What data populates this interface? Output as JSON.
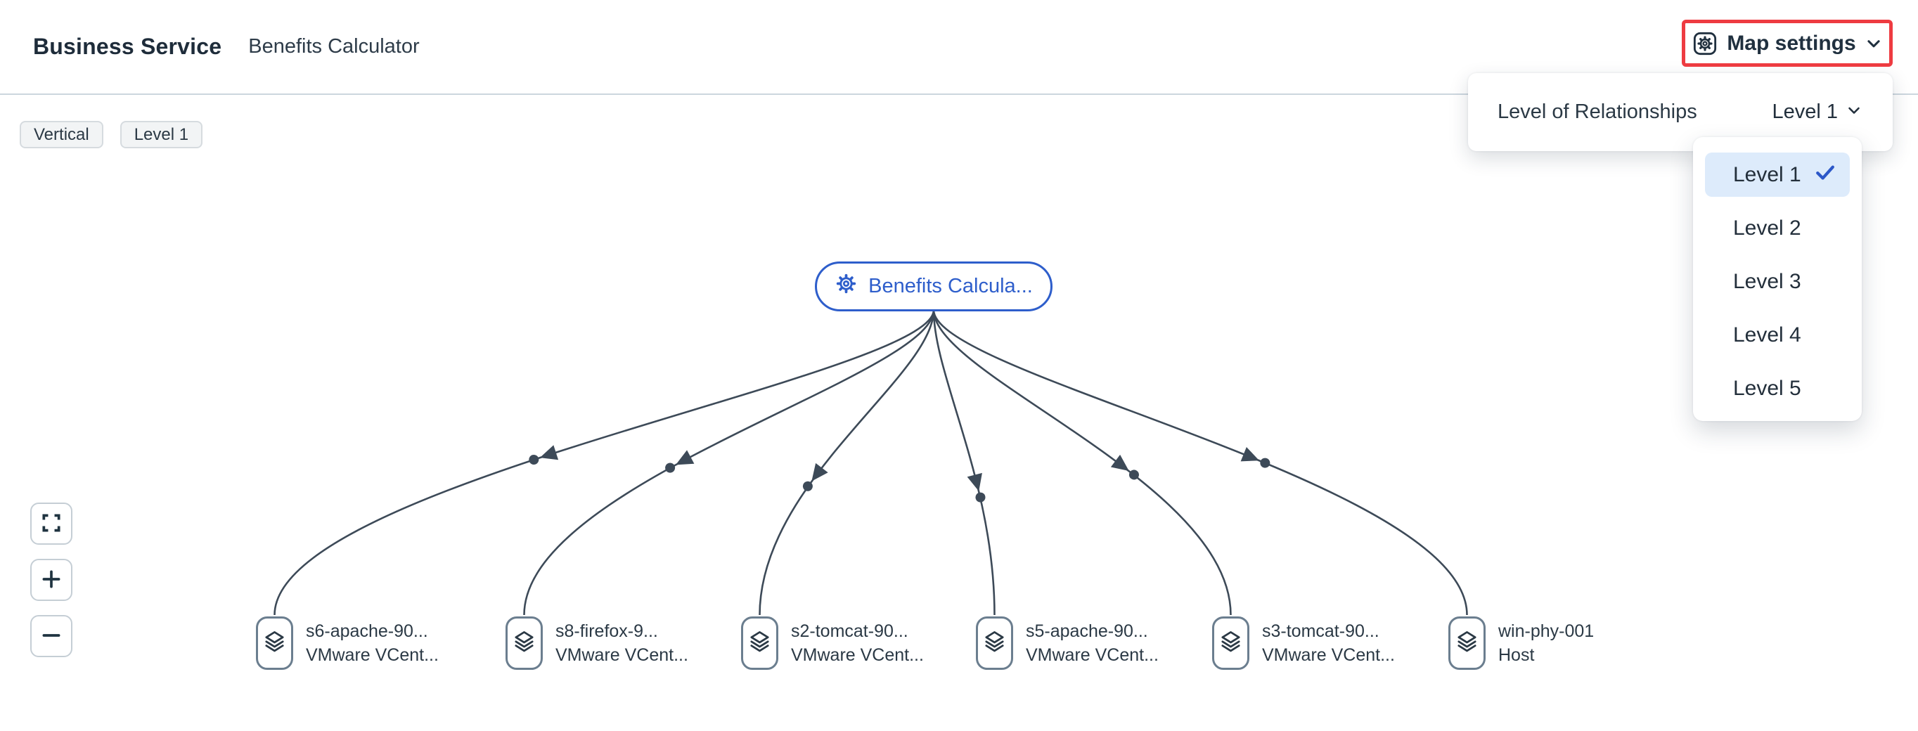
{
  "header": {
    "title": "Business Service",
    "subtitle": "Benefits Calculator"
  },
  "map_settings": {
    "label": "Map settings",
    "icon": "gear-icon"
  },
  "badges": [
    {
      "label": "Vertical"
    },
    {
      "label": "Level 1"
    }
  ],
  "settings_panel": {
    "label": "Level of Relationships",
    "value": "Level 1"
  },
  "level_menu": {
    "items": [
      {
        "label": "Level 1",
        "selected": true
      },
      {
        "label": "Level 2",
        "selected": false
      },
      {
        "label": "Level 3",
        "selected": false
      },
      {
        "label": "Level 4",
        "selected": false
      },
      {
        "label": "Level 5",
        "selected": false
      }
    ]
  },
  "map": {
    "root": {
      "label": "Benefits Calcula...",
      "icon": "gear-icon"
    },
    "nodes": [
      {
        "name": "s6-apache-90...",
        "type": "VMware VCent...",
        "icon": "layers-icon"
      },
      {
        "name": "s8-firefox-9...",
        "type": "VMware VCent...",
        "icon": "layers-icon"
      },
      {
        "name": "s2-tomcat-90...",
        "type": "VMware VCent...",
        "icon": "layers-icon"
      },
      {
        "name": "s5-apache-90...",
        "type": "VMware VCent...",
        "icon": "layers-icon"
      },
      {
        "name": "s3-tomcat-90...",
        "type": "VMware VCent...",
        "icon": "layers-icon"
      },
      {
        "name": "win-phy-001",
        "type": "Host",
        "icon": "layers-icon"
      }
    ],
    "zoom_controls": [
      "fit-to-screen",
      "zoom-in",
      "zoom-out"
    ]
  },
  "colors": {
    "accent_blue": "#2e5ecb",
    "check_blue": "#2b57c8",
    "selected_item_bg": "#ddebfb",
    "annotation_red": "#ee3b41",
    "edge_color": "#3d4a58",
    "node_border": "#6b7e8f",
    "header_divider": "#ccd6de",
    "badge_bg": "#f2f4f5",
    "text_dark": "#25313d"
  }
}
